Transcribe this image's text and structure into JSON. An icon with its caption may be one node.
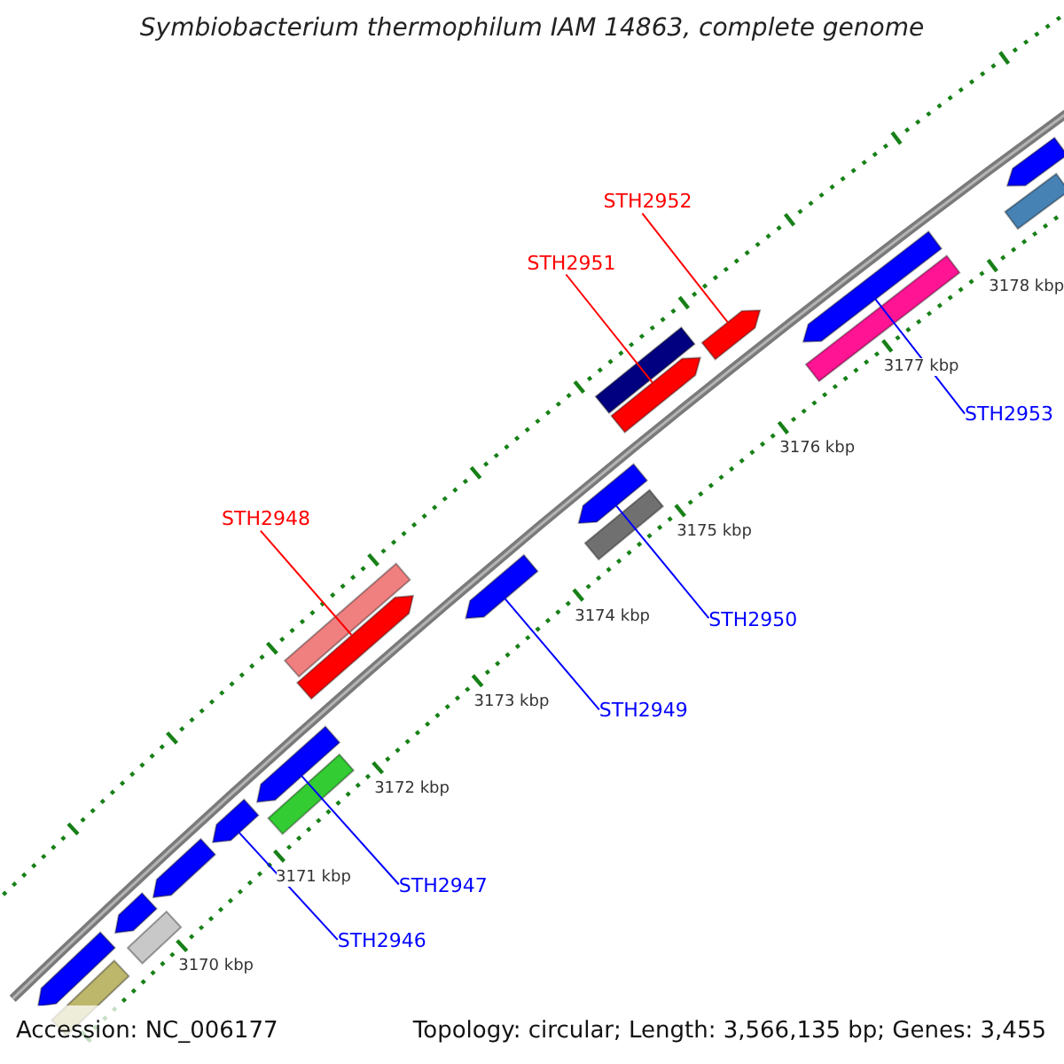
{
  "diagram": {
    "title": "Symbiobacterium thermophilum IAM 14863, complete genome",
    "nodes": [
      {
        "text": [
          "STH2952"
        ]
      },
      {
        "text": [
          "STH2951"
        ]
      },
      {
        "text": [
          "STH2953"
        ]
      },
      {
        "text": [
          "STH2948"
        ]
      },
      {
        "text": [
          "STH2950"
        ]
      },
      {
        "text": [
          "STH2949"
        ]
      },
      {
        "text": [
          "STH2947"
        ]
      },
      {
        "text": [
          "STH2946"
        ]
      },
      {
        "text": [],
        "shape": "arrow"
      },
      {
        "text": [],
        "shape": "bar"
      },
      {
        "text": [],
        "shape": "arrow"
      },
      {
        "text": [],
        "shape": "bar"
      },
      {
        "text": [],
        "shape": "arrow"
      },
      {
        "text": [],
        "shape": "arrow"
      },
      {
        "text": [],
        "shape": "arrow"
      },
      {
        "text": [],
        "shape": "bar"
      },
      {
        "text": [],
        "shape": "bar"
      },
      {
        "text": [],
        "shape": "arrow"
      },
      {
        "text": [],
        "shape": "arrow"
      },
      {
        "text": [],
        "shape": "arrow"
      },
      {
        "text": [],
        "shape": "bar"
      },
      {
        "text": [],
        "shape": "bar"
      },
      {
        "text": [],
        "shape": "arrow"
      },
      {
        "text": [],
        "shape": "arrow"
      },
      {
        "text": [],
        "shape": "arrow"
      },
      {
        "text": [],
        "shape": "bar"
      },
      {
        "text": [],
        "shape": "bar"
      },
      {
        "text": [],
        "shape": "arrow"
      }
    ],
    "edges": [
      {
        "from": 0,
        "to": 23,
        "arrow": "none",
        "color": "#ff0000"
      },
      {
        "from": 1,
        "to": 22,
        "arrow": "none",
        "color": "#ff0000"
      },
      {
        "from": 2,
        "to": 24,
        "arrow": "none"
      },
      {
        "from": 3,
        "to": 17,
        "arrow": "none",
        "color": "#ff0000"
      },
      {
        "from": 4,
        "to": 19,
        "arrow": "none"
      },
      {
        "from": 5,
        "to": 18,
        "arrow": "none"
      },
      {
        "from": 6,
        "to": 14,
        "arrow": "none"
      },
      {
        "from": 7,
        "to": 13,
        "arrow": "none"
      }
    ],
    "labels": [
      "3178 kbp",
      "3177 kbp",
      "3176 kbp",
      "3175 kbp",
      "3174 kbp",
      "3173 kbp",
      "3172 kbp",
      "3171 kbp",
      "3170 kbp",
      "Accession: NC_006177",
      "Topology: circular; Length: 3,566,135 bp; Genes: 3,455"
    ]
  }
}
